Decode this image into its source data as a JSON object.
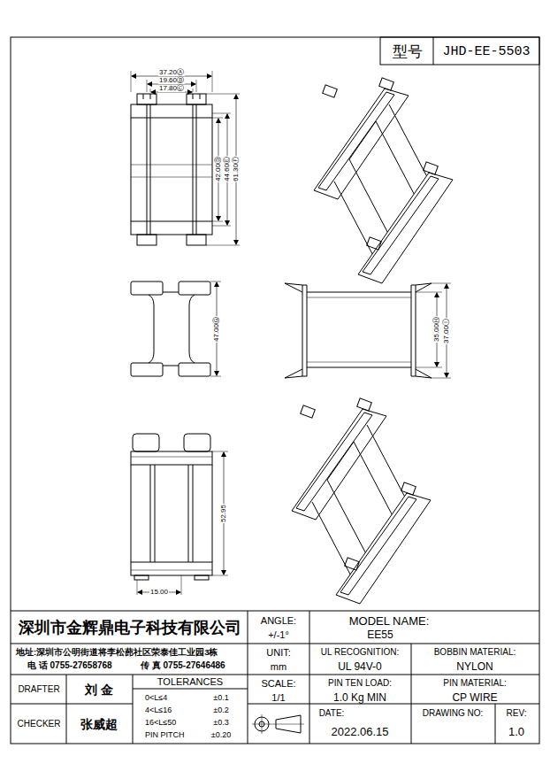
{
  "diagram": {
    "labels": [
      "型号",
      "JHD-EE-5503",
      "37.20Ⓐ",
      "19.60Ⓑ",
      "17.80Ⓒ",
      "42.00Ⓓ",
      "44.60Ⓔ",
      "61.30Ⓕ",
      "47.00Ⓖ",
      "35.00Ⓗ",
      "37.00Ⓘ",
      "52.95",
      "15.00",
      "深圳市金辉鼎电子科技有限公司",
      "地址:深圳市公明街道将李松蓢社区荣泰佳工业园3栋",
      "电 话 0755-27658768",
      "传 真 0755-27646486",
      "ANGLE:",
      "+/-1°",
      "MODEL NAME:",
      "EE55",
      "UNIT:",
      "mm",
      "UL RECOGNITION:",
      "UL 94V-0",
      "BOBBIN MATERIAL:",
      "NYLON",
      "DRAFTER",
      "刘 金",
      "TOLERANCES",
      "0<L≤4",
      "±0.1",
      "4<L≤16",
      "±0.2",
      "16<L≤50",
      "±0.3",
      "PIN PITCH",
      "±0.20",
      "SCALE:",
      "1/1",
      "PIN TEN LOAD:",
      "1.0 Kg MIN",
      "PIN MATERIAL:",
      "CP WIRE",
      "CHECKER",
      "张威超",
      "DATE:",
      "2022.06.15",
      "DRAWING NO:",
      "REV:",
      "1.0"
    ]
  }
}
